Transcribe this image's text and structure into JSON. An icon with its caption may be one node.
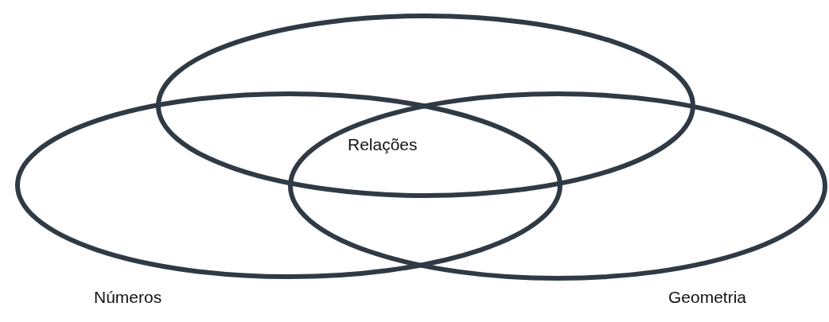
{
  "diagram": {
    "nodes": [
      {
        "text": [
          "Relações"
        ]
      },
      {
        "text": [
          "Números"
        ]
      },
      {
        "text": [
          "Geometria"
        ]
      }
    ]
  }
}
